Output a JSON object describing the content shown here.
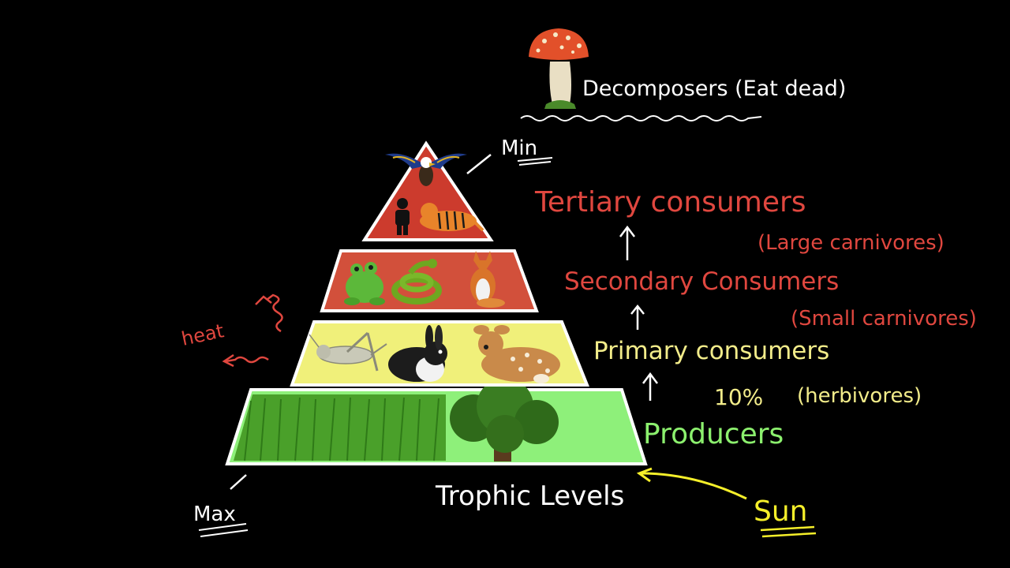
{
  "colors": {
    "background": "#000000",
    "red_ink": "#e0473f",
    "yellow_ink": "#f2ec8a",
    "green_ink": "#8cf06e",
    "white_ink": "#ffffff",
    "sun_ink": "#f5ef2a",
    "tier_top": "#cc3b2d",
    "tier_second": "#d2503b",
    "tier_primary": "#f0f07a",
    "tier_producer": "#8ef07a"
  },
  "labels": {
    "decomposers": "Decomposers (Eat dead)",
    "min": "Min",
    "max": "Max",
    "heat": "heat",
    "tertiary": "Tertiary consumers",
    "tertiary_sub": "(Large carnivores)",
    "secondary": "Secondary Consumers",
    "secondary_sub": "(Small carnivores)",
    "primary": "Primary consumers",
    "percent": "10%",
    "primary_sub": "(herbivores)",
    "producers": "Producers",
    "trophic": "Trophic Levels",
    "sun": "Sun"
  },
  "icons": {
    "apex": "eagle-icon",
    "tertiary": [
      "human-icon",
      "tiger-icon"
    ],
    "secondary": [
      "frog-icon",
      "snake-icon",
      "fox-icon"
    ],
    "primary": [
      "grasshopper-icon",
      "rabbit-icon",
      "deer-icon"
    ],
    "producers": [
      "grass-icon",
      "tree-icon"
    ],
    "decomposer": "mushroom-icon"
  }
}
